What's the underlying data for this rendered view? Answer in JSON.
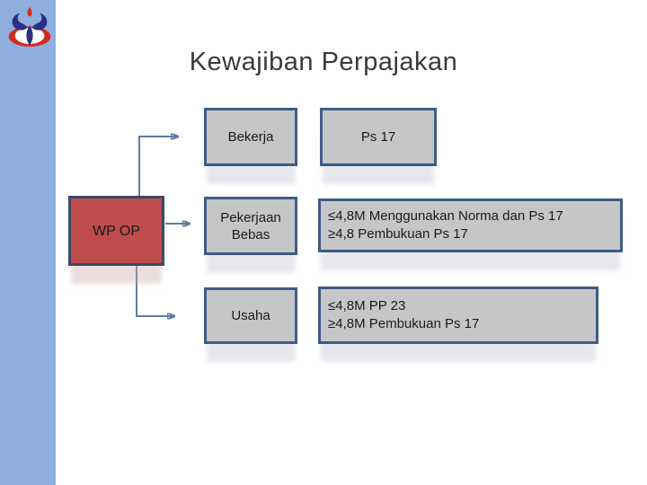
{
  "slide": {
    "title": "Kewajiban Perpajakan"
  },
  "logo": {
    "name": "tulip-university-logo"
  },
  "diagram": {
    "root": {
      "label": "WP OP"
    },
    "branches": [
      {
        "label": "Bekerja",
        "info": [
          "Ps 17"
        ]
      },
      {
        "label": "Pekerjaan Bebas",
        "info": [
          "≤4,8M Menggunakan Norma dan Ps 17",
          "≥4,8 Pembukuan Ps 17"
        ]
      },
      {
        "label": "Usaha",
        "info": [
          "≤4,8M PP 23",
          "≥4,8M Pembukuan Ps 17"
        ]
      }
    ]
  },
  "colors": {
    "sidebar": "#8EAFDD",
    "box_fill": "#C5C6C8",
    "box_border": "#3E5C85",
    "root_fill": "#BE4C4A",
    "root_border": "#3C486A",
    "connector": "#5C7CA4",
    "title_text": "#3A3A3A",
    "box_text": "#1A1A1A",
    "logo_blue": "#2B2F84",
    "logo_red": "#D6281E"
  }
}
